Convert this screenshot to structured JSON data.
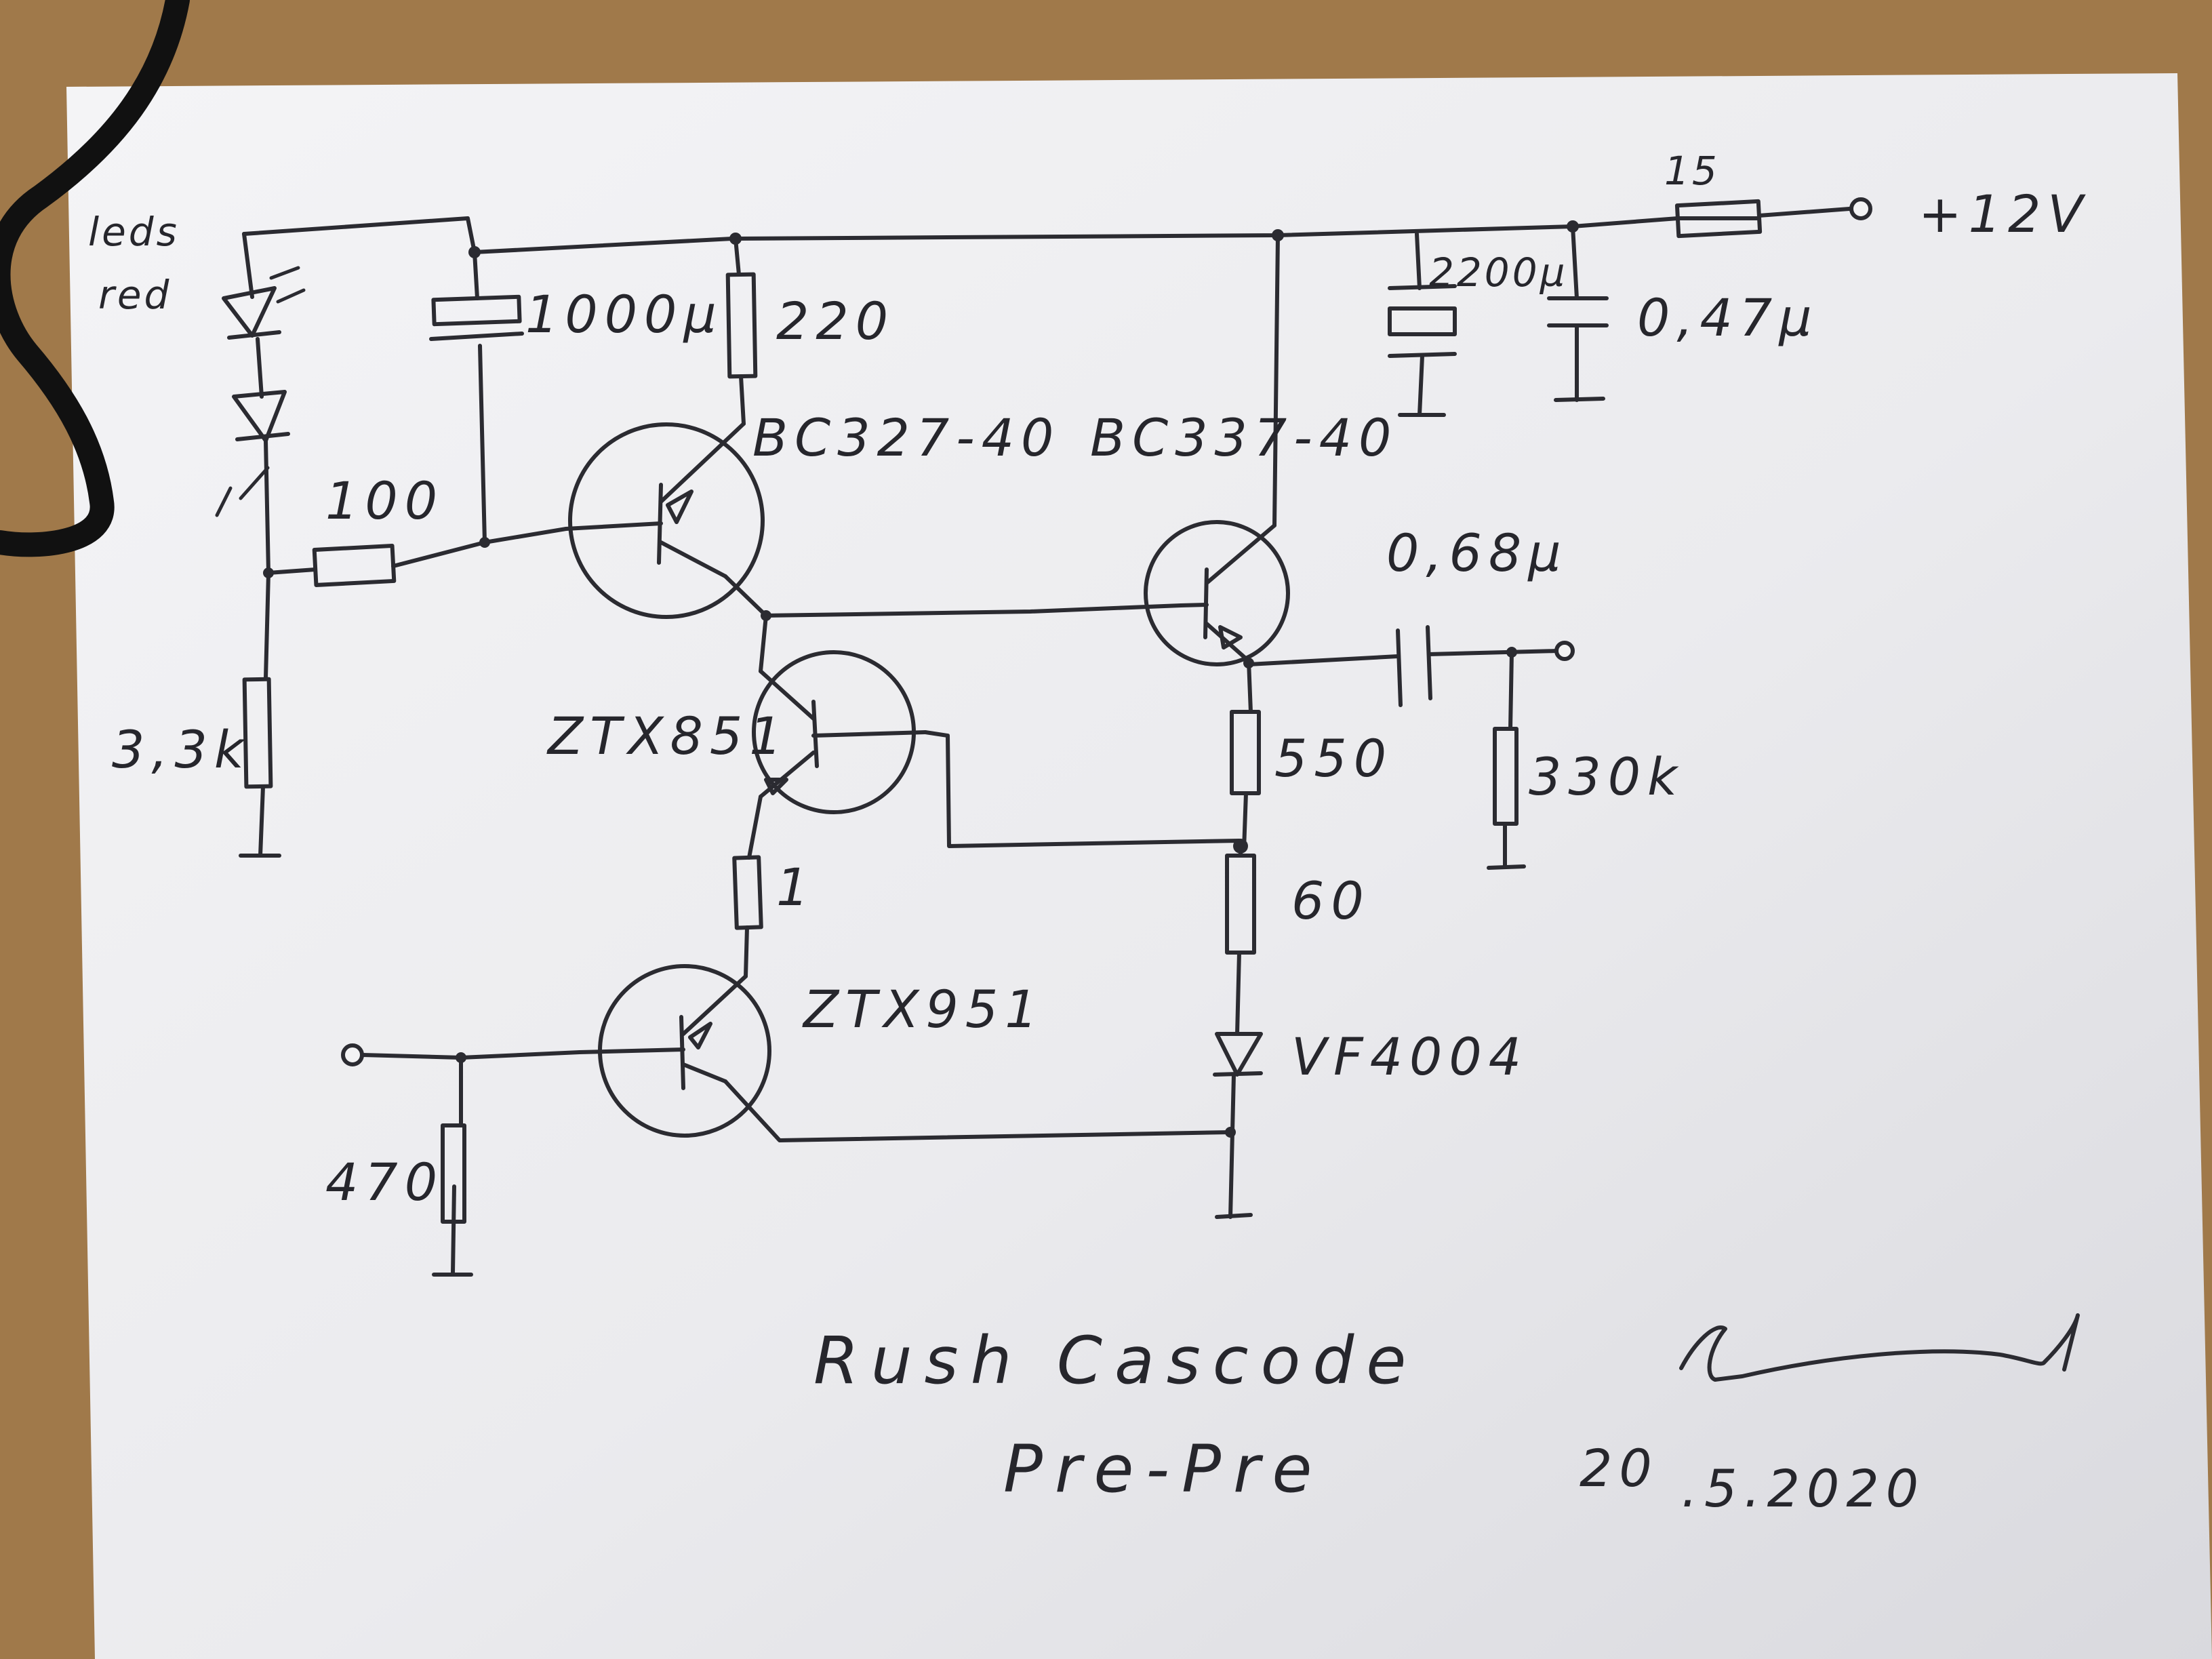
{
  "schematic": {
    "title": "Rush Cascode",
    "subtitle": "Pre-Pre",
    "date_day": "20",
    "date_rest": ".5.2020",
    "supply_label": "+12V",
    "supply_resistor": "15",
    "leds_label_1": "leds",
    "leds_label_2": "red",
    "components": {
      "c_1000u": "1000µ",
      "r_220": "220",
      "c_2200u": "2200µ",
      "c_047u": "0,47µ",
      "q_bc327": "BC327-40",
      "q_bc337": "BC337-40",
      "r_100": "100",
      "c_068u": "0,68µ",
      "r_33k": "3,3k",
      "q_ztx851": "ZTX851",
      "r_550": "550",
      "r_330k": "330k",
      "r_1": "1",
      "r_60": "60",
      "q_ztx951": "ZTX951",
      "d_vf4004": "VF4004",
      "r_470": "470"
    }
  },
  "colors": {
    "desk": "#a0794a",
    "paper": "#ececef",
    "ink": "#2b2b31",
    "cable": "#111111"
  }
}
